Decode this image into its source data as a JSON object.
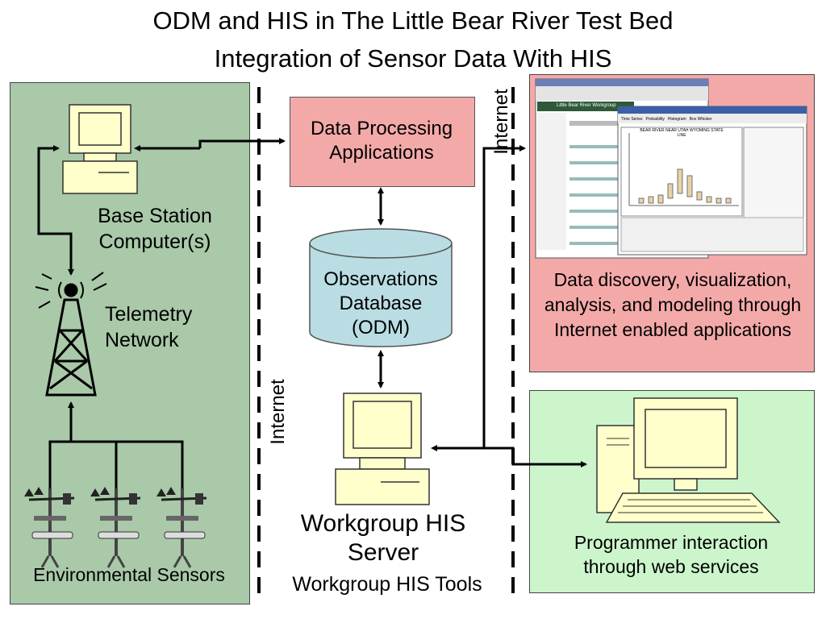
{
  "title": {
    "line1": "ODM and HIS in The Little Bear River Test Bed",
    "line2": "Integration of Sensor Data With HIS"
  },
  "left_panel": {
    "base_station": "Base Station Computer(s)",
    "telemetry": "Telemetry Network",
    "sensors": "Environmental Sensors"
  },
  "center": {
    "processing": "Data Processing Applications",
    "database": "Observations Database (ODM)",
    "server": "Workgroup HIS Server",
    "tools": "Workgroup HIS Tools"
  },
  "internet_labels": {
    "left": "Internet",
    "right": "Internet"
  },
  "right_top_panel": {
    "caption": "Data discovery, visualization, analysis, and modeling through Internet enabled applications",
    "screenshot_back_title": "Little Bear River Workgroup",
    "screenshot_front_title": "BEAR RIVER NEAR UTAH WYOMING STATE LINE",
    "screenshot_tabs": [
      "Time Series",
      "Probability",
      "Histogram",
      "Box Whisker"
    ]
  },
  "right_bottom_panel": {
    "caption": "Programmer interaction through web services"
  },
  "colors": {
    "left_panel": "#a9c9a9",
    "processing_box": "#f4a9a9",
    "database": "#b9dde2",
    "right_top_panel": "#f4a9a9",
    "right_bottom_panel": "#ccf5cc",
    "monitor": "#ffffcc"
  }
}
